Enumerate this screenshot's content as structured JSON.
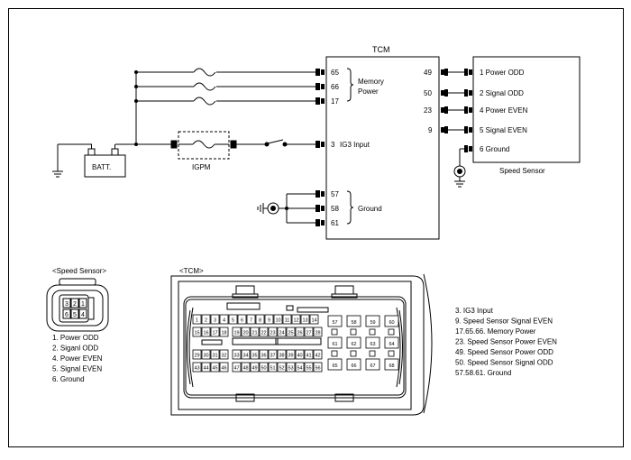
{
  "tcm": {
    "title": "TCM",
    "left_pins": [
      {
        "num": "65"
      },
      {
        "num": "66"
      },
      {
        "num": "17"
      },
      {
        "num": "3",
        "label": "IG3 Input"
      },
      {
        "num": "57"
      },
      {
        "num": "58"
      },
      {
        "num": "61"
      }
    ],
    "memory_label": [
      "Memory",
      "Power"
    ],
    "ground_label": "Ground",
    "right_pins": [
      {
        "num": "49"
      },
      {
        "num": "50"
      },
      {
        "num": "23"
      },
      {
        "num": "9"
      }
    ]
  },
  "speed_sensor": {
    "title": "Speed Sensor",
    "pins": [
      {
        "label": "1 Power ODD"
      },
      {
        "label": "2 Signal ODD"
      },
      {
        "label": "4 Power EVEN"
      },
      {
        "label": "5 Signal EVEN"
      },
      {
        "label": "6 Ground"
      }
    ]
  },
  "batt_label": "BATT.",
  "igpm_label": "IGPM",
  "speed_connector": {
    "title": "<Speed Sensor>",
    "pins": [
      [
        "3",
        "2",
        "1"
      ],
      [
        "6",
        "5",
        "4"
      ]
    ],
    "legend": [
      "1. Power ODD",
      "2. Siganl ODD",
      "4. Power EVEN",
      "5. Signal EVEN",
      "6. Ground"
    ]
  },
  "tcm_connector": {
    "title": "<TCM>",
    "row1": [
      "1",
      "2",
      "3",
      "4",
      "5",
      "6",
      "7",
      "8",
      "9",
      "10",
      "11",
      "12",
      "13",
      "14"
    ],
    "row2": [
      "15",
      "16",
      "17",
      "18",
      "19",
      "20",
      "21",
      "22",
      "23",
      "24",
      "25",
      "26",
      "27",
      "28"
    ],
    "row3": [
      "29",
      "30",
      "31",
      "32",
      "33",
      "34",
      "35",
      "36",
      "37",
      "38",
      "39",
      "40",
      "41",
      "42"
    ],
    "row4": [
      "43",
      "44",
      "45",
      "46",
      "47",
      "48",
      "49",
      "50",
      "51",
      "52",
      "53",
      "54",
      "55",
      "56"
    ],
    "big_pins": [
      [
        "57",
        "58",
        "59",
        "60"
      ],
      [
        "61",
        "62",
        "63",
        "64"
      ],
      [
        "65",
        "66",
        "67",
        "68"
      ]
    ],
    "legend": [
      "3. IG3 Input",
      "9. Speed Sensor Signal EVEN",
      "17.65.66. Memory Power",
      "23. Speed Sensor Power EVEN",
      "49. Speed Sensor Power ODD",
      "50. Speed Sensor Signal ODD",
      "57.58.61. Ground"
    ]
  }
}
